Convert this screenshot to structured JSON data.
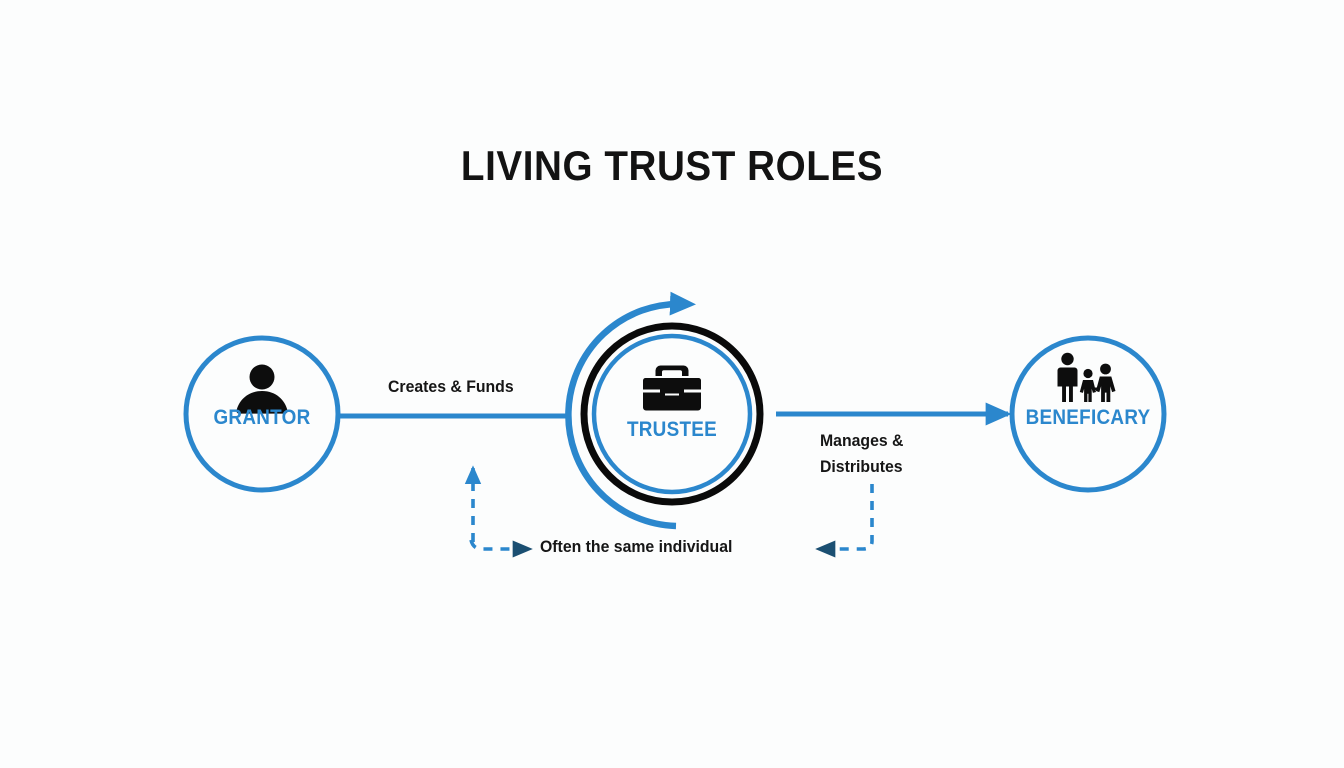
{
  "diagram": {
    "title": "LIVING TRUST ROLES",
    "type": "flow-diagram",
    "background_color": "#fcfdfd",
    "accent_color": "#2b87cd",
    "dark_color": "#000000",
    "text_color": "#131313"
  },
  "nodes": [
    {
      "id": "grantor",
      "label": "GRANTOR",
      "icon": "person-icon",
      "ring_color": "#2b87cd",
      "label_color": "#2b87cd"
    },
    {
      "id": "trustee",
      "label": "TRUSTEE",
      "icon": "briefcase-icon",
      "ring_color": "#000000",
      "inner_ring_color": "#2b87cd",
      "label_color": "#2b87cd"
    },
    {
      "id": "beneficary",
      "label": "BENEFICARY",
      "icon": "family-icon",
      "ring_color": "#2b87cd",
      "label_color": "#2b87cd"
    }
  ],
  "edges": [
    {
      "id": "grantor-to-trustee",
      "label": "Creates & Funds",
      "from": "grantor",
      "to": "trustee",
      "style": "solid",
      "color": "#2b87cd"
    },
    {
      "id": "trustee-to-beneficary",
      "label_line1": "Manages &",
      "label_line2": "Distributes",
      "from": "trustee",
      "to": "beneficary",
      "style": "solid-arrow",
      "color": "#2b87cd"
    },
    {
      "id": "same-individual",
      "label": "Often the same individual",
      "from": "grantor",
      "to": "trustee",
      "style": "dashed",
      "color": "#2b87cd"
    }
  ]
}
